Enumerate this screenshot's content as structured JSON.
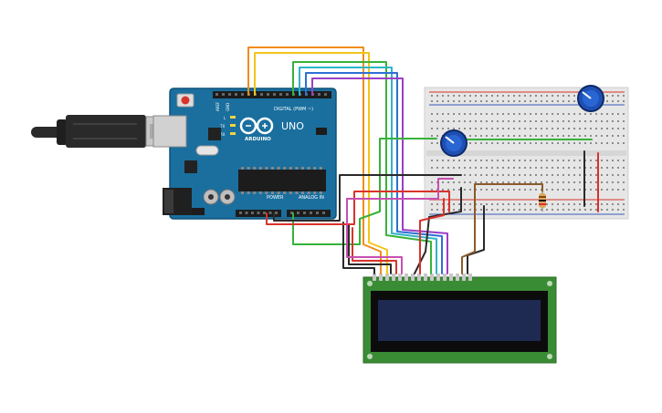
{
  "arduino": {
    "brand": "ARDUINO",
    "model": "UNO",
    "digital_label": "DIGITAL (PWM ~)",
    "power_label": "POWER",
    "analog_label": "ANALOG IN",
    "tx_label": "TX",
    "rx_label": "RX",
    "l_label": "L",
    "aref_label": "AREF",
    "gnd_label": "GND",
    "board_color": "#1a6f9e"
  },
  "lcd": {
    "board_color": "#3a8c34",
    "screen_color": "#1f2a52"
  },
  "breadboard": {
    "color": "#e6e6e6",
    "rail_red": "#d9322b",
    "rail_blue": "#3b5bbf"
  },
  "wire_colors": {
    "orange": "#f28c1a",
    "yellow": "#f2c517",
    "green": "#38b23a",
    "cyan": "#2fb5c7",
    "blue": "#2f6fd6",
    "purple": "#9b3fc4",
    "red": "#d9322b",
    "black": "#2a2a2a",
    "brown": "#8b5a2b"
  }
}
